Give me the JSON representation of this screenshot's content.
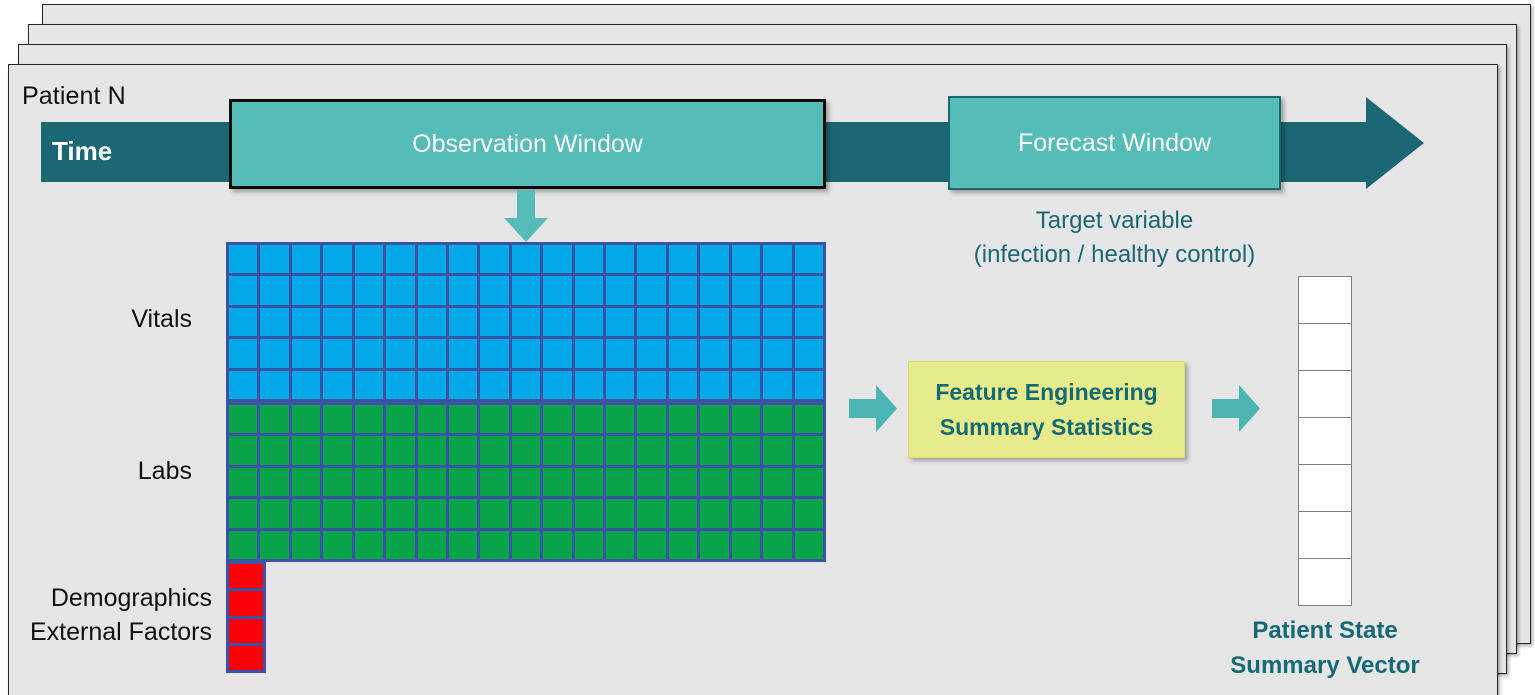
{
  "diagram": {
    "patient_label": "Patient N",
    "time_label": "Time",
    "observation_window": "Observation Window",
    "forecast_window": "Forecast Window",
    "target_variable_line1": "Target variable",
    "target_variable_line2": "(infection / healthy control)",
    "row_labels": {
      "vitals": "Vitals",
      "labs": "Labs",
      "demographics": "Demographics",
      "external_factors": "External Factors"
    },
    "feature_box_line1": "Feature Engineering",
    "feature_box_line2": "Summary Statistics",
    "vector_label_line1": "Patient State",
    "vector_label_line2": "Summary Vector",
    "stacked_cards": 4,
    "grids": {
      "vitals": {
        "columns": 19,
        "rows": 5,
        "color": "#01a9e8"
      },
      "labs": {
        "columns": 19,
        "rows": 5,
        "color": "#0aa449"
      },
      "demographics": {
        "columns": 1,
        "rows": 4,
        "color": "#fb0007"
      }
    },
    "vector_cells": 7,
    "colors": {
      "background": "#e6e6e6",
      "time_arrow": "#1b6874",
      "window_fill": "#55bcb8",
      "feature_box": "#e6eb8c",
      "teal_text": "#166a76",
      "grid_border": "#3a53a4"
    }
  }
}
